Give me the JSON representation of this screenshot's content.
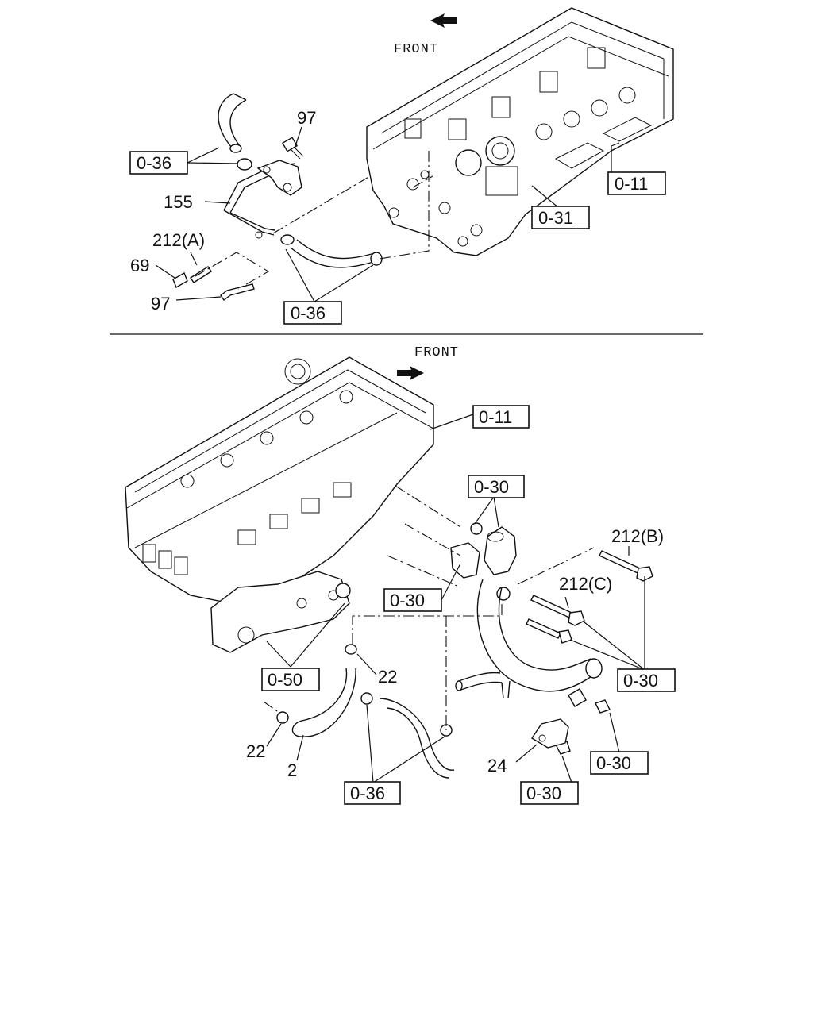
{
  "top": {
    "front_label": "FRONT",
    "refs": {
      "r036a": "0-36",
      "r011": "0-11",
      "r031": "0-31",
      "r036b": "0-36"
    },
    "parts": {
      "p97a": "97",
      "p155": "155",
      "p212a": "212(A)",
      "p69": "69",
      "p97b": "97"
    }
  },
  "bottom": {
    "front_label": "FRONT",
    "refs": {
      "r011": "0-11",
      "r030a": "0-30",
      "r030b": "0-30",
      "r050": "0-50",
      "r030c": "0-30",
      "r030d": "0-30",
      "r030e": "0-30",
      "r036": "0-36"
    },
    "parts": {
      "p212b": "212(B)",
      "p212c": "212(C)",
      "p22a": "22",
      "p22b": "22",
      "p2": "2",
      "p24": "24"
    }
  }
}
